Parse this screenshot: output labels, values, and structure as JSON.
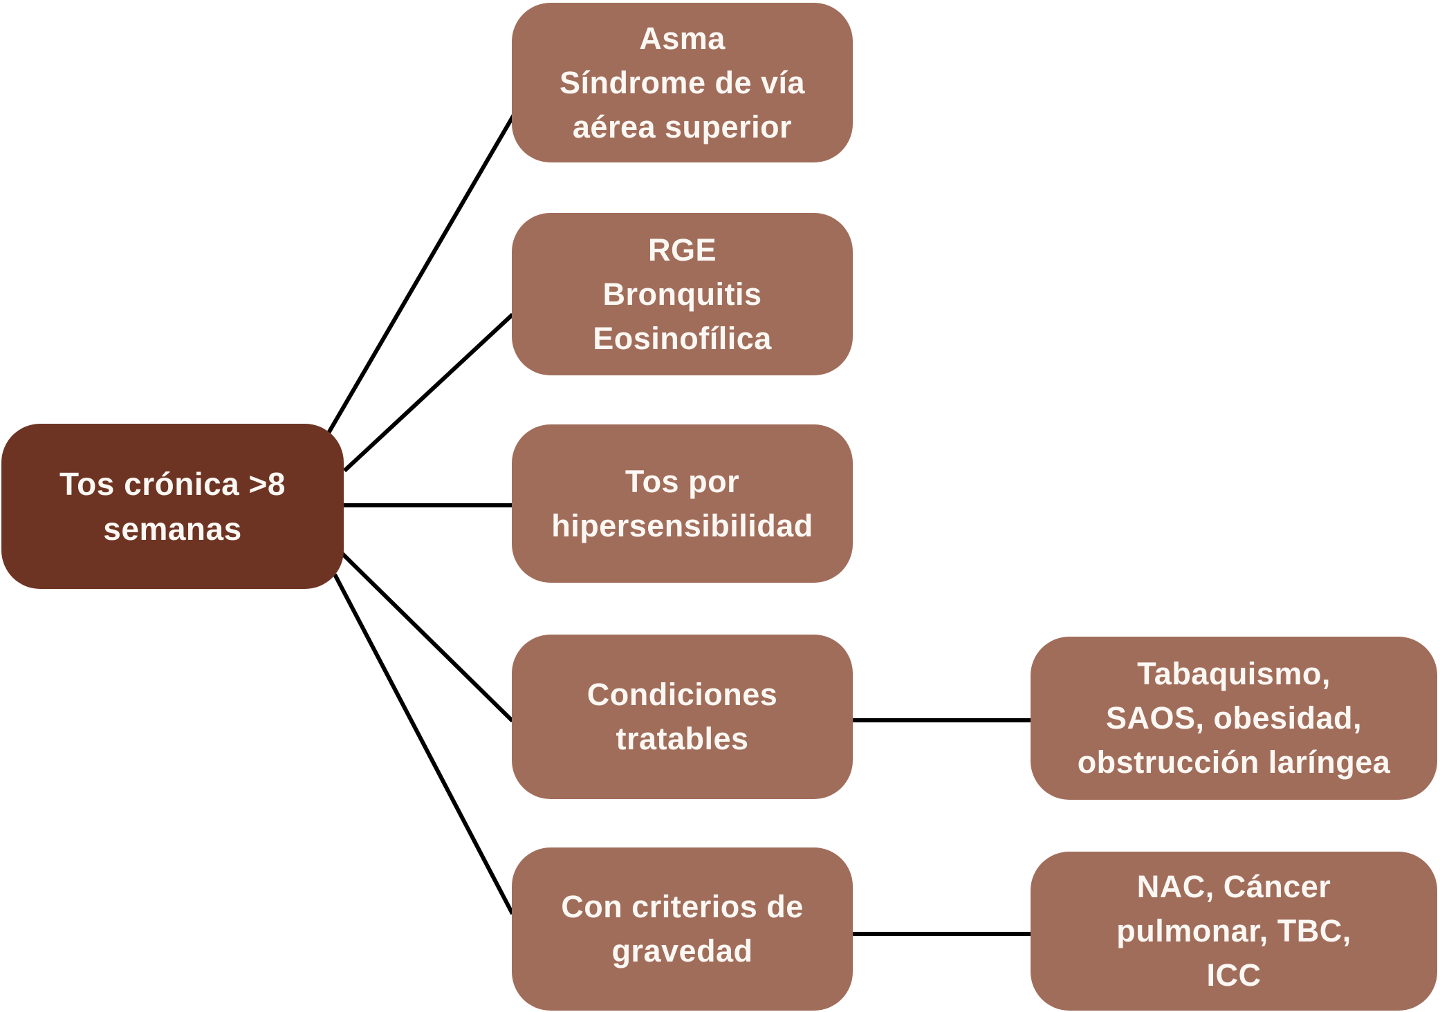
{
  "diagram": {
    "type": "mind-map",
    "topic": "chronic cough differential diagnosis",
    "colors": {
      "background": "#FFFFFF",
      "root_fill": "#6E3423",
      "branch_fill": "#A16D5B",
      "text": "#FBF8F4",
      "line": "#000000"
    },
    "nodes": [
      {
        "id": "root",
        "role": "root",
        "label": "Tos crónica >8\nsemanas"
      },
      {
        "id": "asma",
        "role": "branch",
        "label": "Asma\nSíndrome de vía\naérea superior"
      },
      {
        "id": "rge",
        "role": "branch",
        "label": "RGE\nBronquitis\nEosinofílica"
      },
      {
        "id": "hipersensibilidad",
        "role": "branch",
        "label": "Tos por\nhipersensibilidad"
      },
      {
        "id": "condiciones",
        "role": "branch",
        "label": "Condiciones\ntratables"
      },
      {
        "id": "gravedad",
        "role": "branch",
        "label": "Con criterios de\ngravedad"
      },
      {
        "id": "tabaquismo",
        "role": "leaf",
        "label": "Tabaquismo,\nSAOS, obesidad,\nobstrucción laríngea"
      },
      {
        "id": "nac",
        "role": "leaf",
        "label": "NAC, Cáncer\npulmonar, TBC,\nICC"
      }
    ],
    "edges": [
      {
        "from": "root",
        "to": "asma"
      },
      {
        "from": "root",
        "to": "rge"
      },
      {
        "from": "root",
        "to": "hipersensibilidad"
      },
      {
        "from": "root",
        "to": "condiciones"
      },
      {
        "from": "root",
        "to": "gravedad"
      },
      {
        "from": "condiciones",
        "to": "tabaquismo"
      },
      {
        "from": "gravedad",
        "to": "nac"
      }
    ]
  }
}
